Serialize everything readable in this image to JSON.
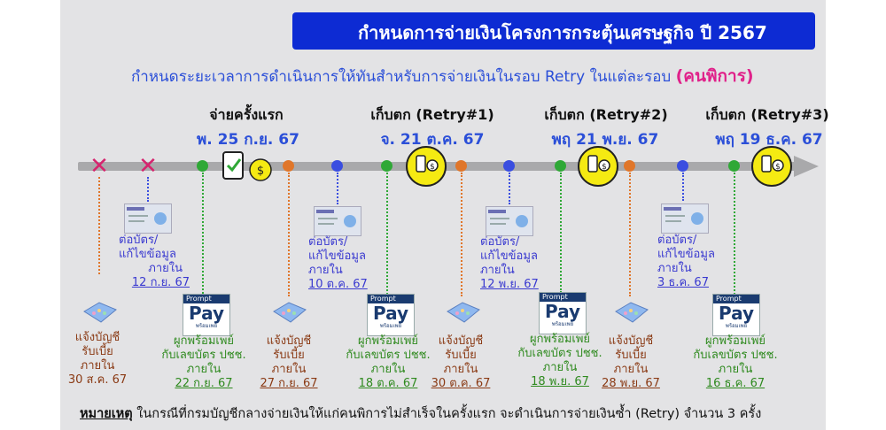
{
  "title": "กำหนดการจ่ายเงินโครงการกระตุ้นเศรษฐกิจ ปี 2567",
  "subtitle": {
    "text": "กำหนดระยะเวลาการดำเนินการให้ทันสำหรับการจ่ายเงินในรอบ Retry ในแต่ละรอบ",
    "accent": "(คนพิการ)"
  },
  "events": [
    {
      "title": "จ่ายครั้งแรก",
      "date": "พ. 25 ก.ย. 67"
    },
    {
      "title": "เก็บตก (Retry#1)",
      "date": "จ. 21 ต.ค. 67"
    },
    {
      "title": "เก็บตก (Retry#2)",
      "date": "พฤ 21 พ.ย. 67"
    },
    {
      "title": "เก็บตก (Retry#3)",
      "date": "พฤ 19 ธ.ค. 67"
    }
  ],
  "bank": [
    {
      "line1": "แจ้งบัญชี",
      "line2": "รับเบี้ย",
      "line3": "ภายใน",
      "date": "30 ส.ค. 67"
    },
    {
      "line1": "แจ้งบัญชี",
      "line2": "รับเบี้ย",
      "line3": "ภายใน",
      "date": "27 ก.ย. 67"
    },
    {
      "line1": "แจ้งบัญชี",
      "line2": "รับเบี้ย",
      "line3": "ภายใน",
      "date": "30 ต.ค. 67"
    },
    {
      "line1": "แจ้งบัญชี",
      "line2": "รับเบี้ย",
      "line3": "ภายใน",
      "date": "28 พ.ย. 67"
    }
  ],
  "promptpay": [
    {
      "line1": "ผูกพร้อมเพย์",
      "line2": "กับเลขบัตร ปชช.",
      "line3": "ภายใน",
      "date": "22 ก.ย. 67"
    },
    {
      "line1": "ผูกพร้อมเพย์",
      "line2": "กับเลขบัตร ปชช.",
      "line3": "ภายใน",
      "date": "18 ต.ค. 67"
    },
    {
      "line1": "ผูกพร้อมเพย์",
      "line2": "กับเลขบัตร ปชช.",
      "line3": "ภายใน",
      "date": "18 พ.ย. 67"
    },
    {
      "line1": "ผูกพร้อมเพย์",
      "line2": "กับเลขบัตร ปชช.",
      "line3": "ภายใน",
      "date": "16 ธ.ค. 67"
    }
  ],
  "idcard": [
    {
      "line1": "ต่อบัตร/",
      "line2": "แก้ไขข้อมูล",
      "line3": "ภายใน",
      "date": "12 ก.ย. 67"
    },
    {
      "line1": "ต่อบัตร/",
      "line2": "แก้ไขข้อมูล",
      "line3": "ภายใน",
      "date": "10 ต.ค. 67"
    },
    {
      "line1": "ต่อบัตร/",
      "line2": "แก้ไขข้อมูล",
      "line3": "ภายใน",
      "date": "12 พ.ย. 67"
    },
    {
      "line1": "ต่อบัตร/",
      "line2": "แก้ไขข้อมูล",
      "line3": "ภายใน",
      "date": "3 ธ.ค. 67"
    }
  ],
  "promptpay_logo": {
    "top": "Prompt",
    "main": "Pay",
    "bottom": "พร้อมเพย์"
  },
  "note": {
    "key": "หมายเหตุ",
    "text": " ในกรณีที่กรมบัญชีกลางจ่ายเงินให้แก่คนพิการไม่สำเร็จในครั้งแรก จะดำเนินการจ่ายเงินซ้ำ (Retry) จำนวน 3 ครั้ง"
  },
  "colors": {
    "title_bg": "#0d2bd3",
    "subtitle": "#2b4fd8",
    "accent": "#e0218a",
    "bank_dot": "#e0762a",
    "promptpay_dot": "#2fa836",
    "idcard_dot": "#3a4ee0",
    "retry_icon": "#f5ea12",
    "cross": "#d6246e"
  }
}
